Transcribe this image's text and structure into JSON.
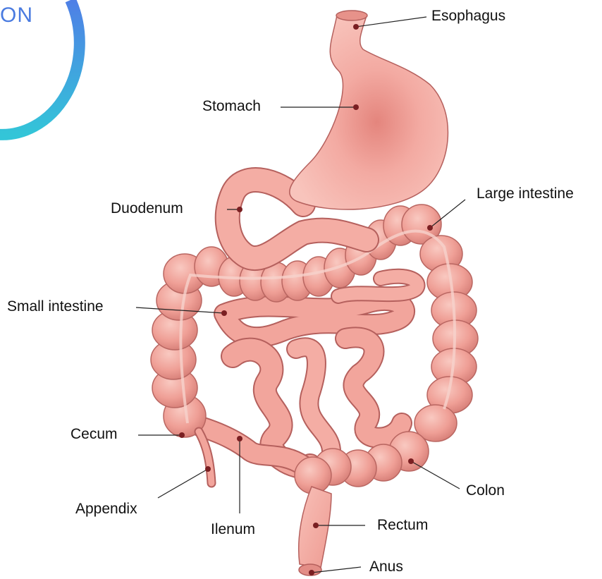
{
  "corner_badge": {
    "text": "ON"
  },
  "labels": {
    "esophagus": "Esophagus",
    "stomach": "Stomach",
    "duodenum": "Duodenum",
    "large_intestine": "Large intestine",
    "small_intestine": "Small intestine",
    "cecum": "Cecum",
    "appendix": "Appendix",
    "ilenum": "Ilenum",
    "rectum": "Rectum",
    "colon": "Colon",
    "anus": "Anus"
  },
  "colors": {
    "tissue": "#f2a59c",
    "tissue_light": "#f8c2ba",
    "tissue_dark": "#d97f78",
    "outline": "#9c4b4b",
    "marker": "#7a1f22",
    "leader": "#222222",
    "badge_blue": "#4f7fe6",
    "badge_cyan": "#33c5d8"
  }
}
